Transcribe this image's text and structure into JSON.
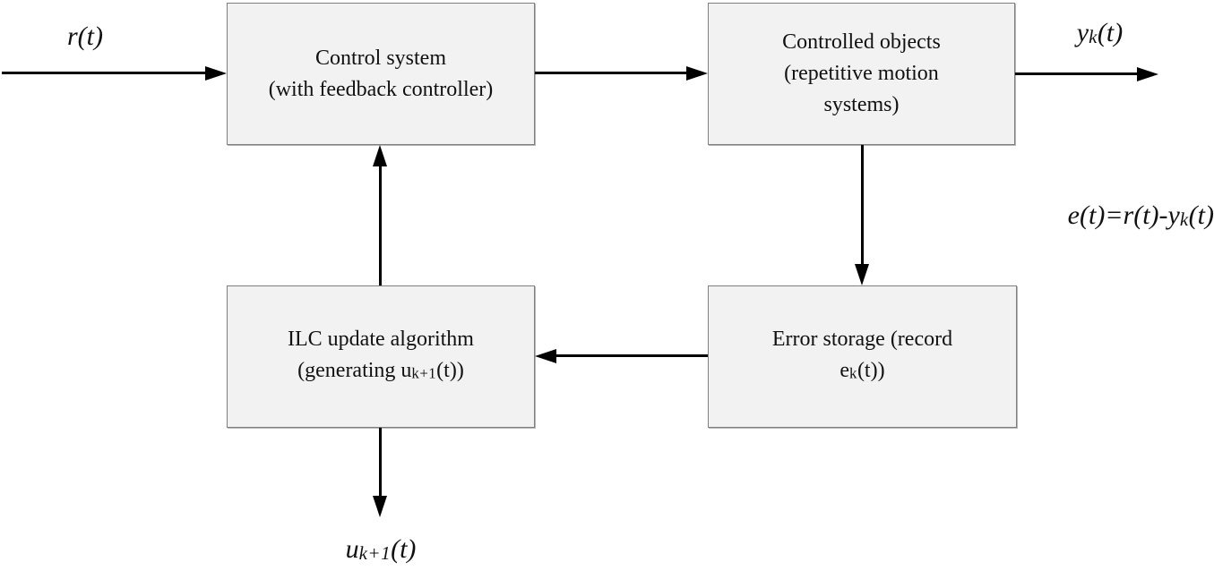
{
  "diagram": {
    "type": "block-diagram",
    "colors": {
      "background": "#ffffff",
      "box_fill": "#f2f2f2",
      "box_border": "#7f7f7f",
      "arrow": "#000000",
      "text": "#111111"
    },
    "boxes": {
      "control_system": {
        "line1": "Control system",
        "line2": "(with feedback controller)"
      },
      "controlled_objects": {
        "line1": "Controlled objects",
        "line2": "(repetitive motion",
        "line3": "systems)"
      },
      "error_storage": {
        "line1": "Error storage (record",
        "line2_pre": "e",
        "line2_sub": "k",
        "line2_post": "(t))"
      },
      "ilc_update": {
        "line1": "ILC update algorithm",
        "line2_pre": "(generating u",
        "line2_sub": "k+1",
        "line2_post": "(t))"
      }
    },
    "labels": {
      "input_signal": "r(t)",
      "output_pre": "y",
      "output_sub": "k",
      "output_post": "(t)",
      "error_eq_pre": "e(t)=r(t)-y",
      "error_eq_sub": "k",
      "error_eq_post": "(t)",
      "update_pre": "u",
      "update_sub": "k+1",
      "update_post": "(t)"
    }
  }
}
